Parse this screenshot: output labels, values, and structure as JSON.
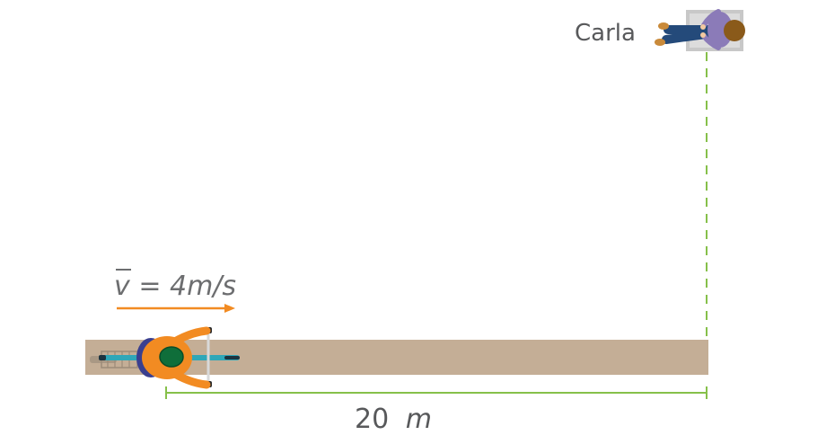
{
  "person": {
    "name": "Carla"
  },
  "velocity": {
    "symbol": "v",
    "value_text": " = 4m/s"
  },
  "distance": {
    "value": "20",
    "unit": "m"
  },
  "colors": {
    "path": "#c4ae96",
    "arrow": "#f28b22",
    "measure": "#86c04a",
    "text": "#58595b",
    "cyclist_shirt": "#f28b22",
    "cyclist_helmet": "#0f6e3a",
    "cyclist_pants": "#3a3f8f",
    "bike": "#2fa7b8",
    "carla_shirt": "#8b7bb8",
    "carla_pants": "#244a7a",
    "carla_hair": "#8a5a1a",
    "chair": "#c8c8c8"
  },
  "icons": [
    "cyclist-icon",
    "person-seated-icon",
    "velocity-arrow-icon"
  ]
}
